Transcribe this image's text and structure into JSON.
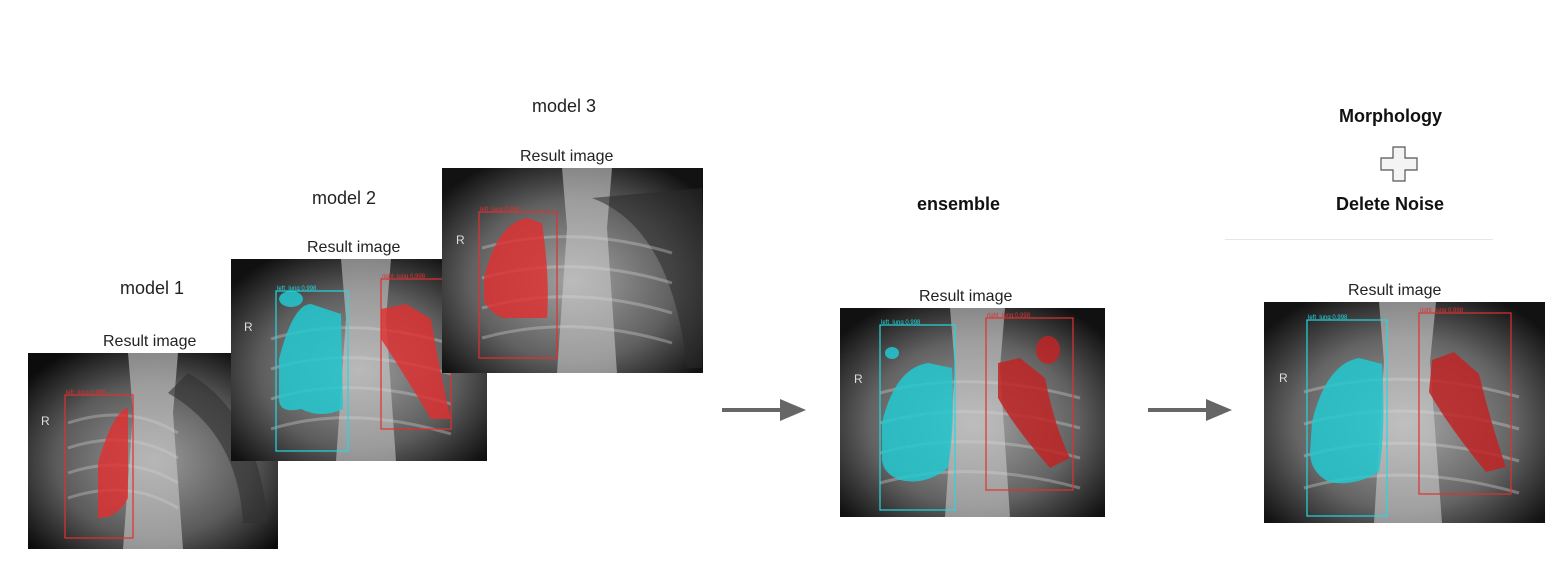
{
  "models": [
    {
      "label": "model 1",
      "result_label": "Result image",
      "detections": [
        {
          "class": "left lung",
          "score_text": "left_lung 0.998",
          "color": "#e03030"
        }
      ]
    },
    {
      "label": "model 2",
      "result_label": "Result image",
      "detections": [
        {
          "class": "left lung",
          "score_text": "left_lung 0.998",
          "color": "#22d8e0"
        },
        {
          "class": "right lung",
          "score_text": "right_lung 0.998",
          "color": "#e03030"
        }
      ]
    },
    {
      "label": "model 3",
      "result_label": "Result image",
      "detections": [
        {
          "class": "left lung",
          "score_text": "left_lung 0.994",
          "color": "#e03030"
        }
      ]
    }
  ],
  "ensemble": {
    "label": "ensemble",
    "result_label": "Result image",
    "detections": [
      {
        "score_text": "left_lung 0.998",
        "color": "#22d8e0"
      },
      {
        "score_text": "right_lung 0.998",
        "color": "#e03030"
      }
    ]
  },
  "postprocess": {
    "top_label": "Morphology",
    "plus_icon": "plus-icon",
    "bottom_label": "Delete Noise",
    "result_label": "Result image",
    "detections": [
      {
        "score_text": "left_lung 0.998",
        "color": "#22d8e0"
      },
      {
        "score_text": "right_lung 0.998",
        "color": "#e03030"
      }
    ]
  },
  "xray_marker": "R",
  "colors": {
    "cyan": "#22d8e0",
    "red": "#e03030",
    "arrow": "#666666"
  }
}
